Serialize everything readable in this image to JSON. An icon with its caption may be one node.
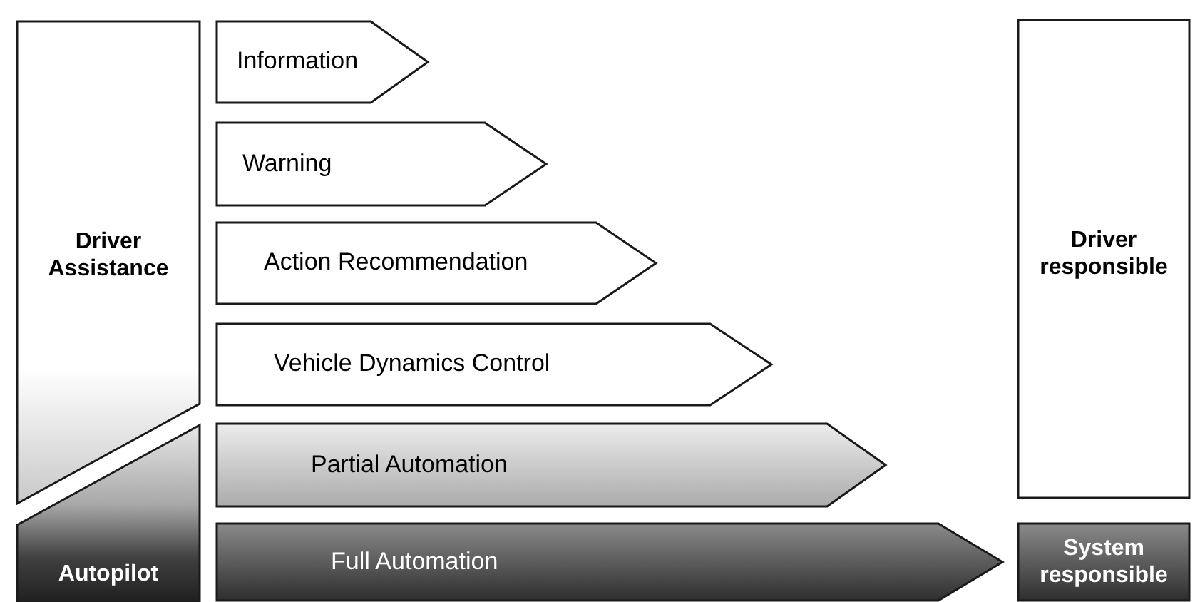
{
  "diagram": {
    "nodes": [
      {
        "text": [
          "Driver Assistance"
        ]
      },
      {
        "text": [
          "Autopilot"
        ]
      },
      {
        "text": [
          "Information"
        ]
      },
      {
        "text": [
          "Warning"
        ]
      },
      {
        "text": [
          "Action Recommendation"
        ]
      },
      {
        "text": [
          "Vehicle Dynamics Control"
        ]
      },
      {
        "text": [
          "Partial Automation"
        ]
      },
      {
        "text": [
          "Full Automation"
        ]
      },
      {
        "text": [
          "Driver responsible"
        ]
      },
      {
        "text": [
          "System responsible"
        ]
      }
    ]
  }
}
